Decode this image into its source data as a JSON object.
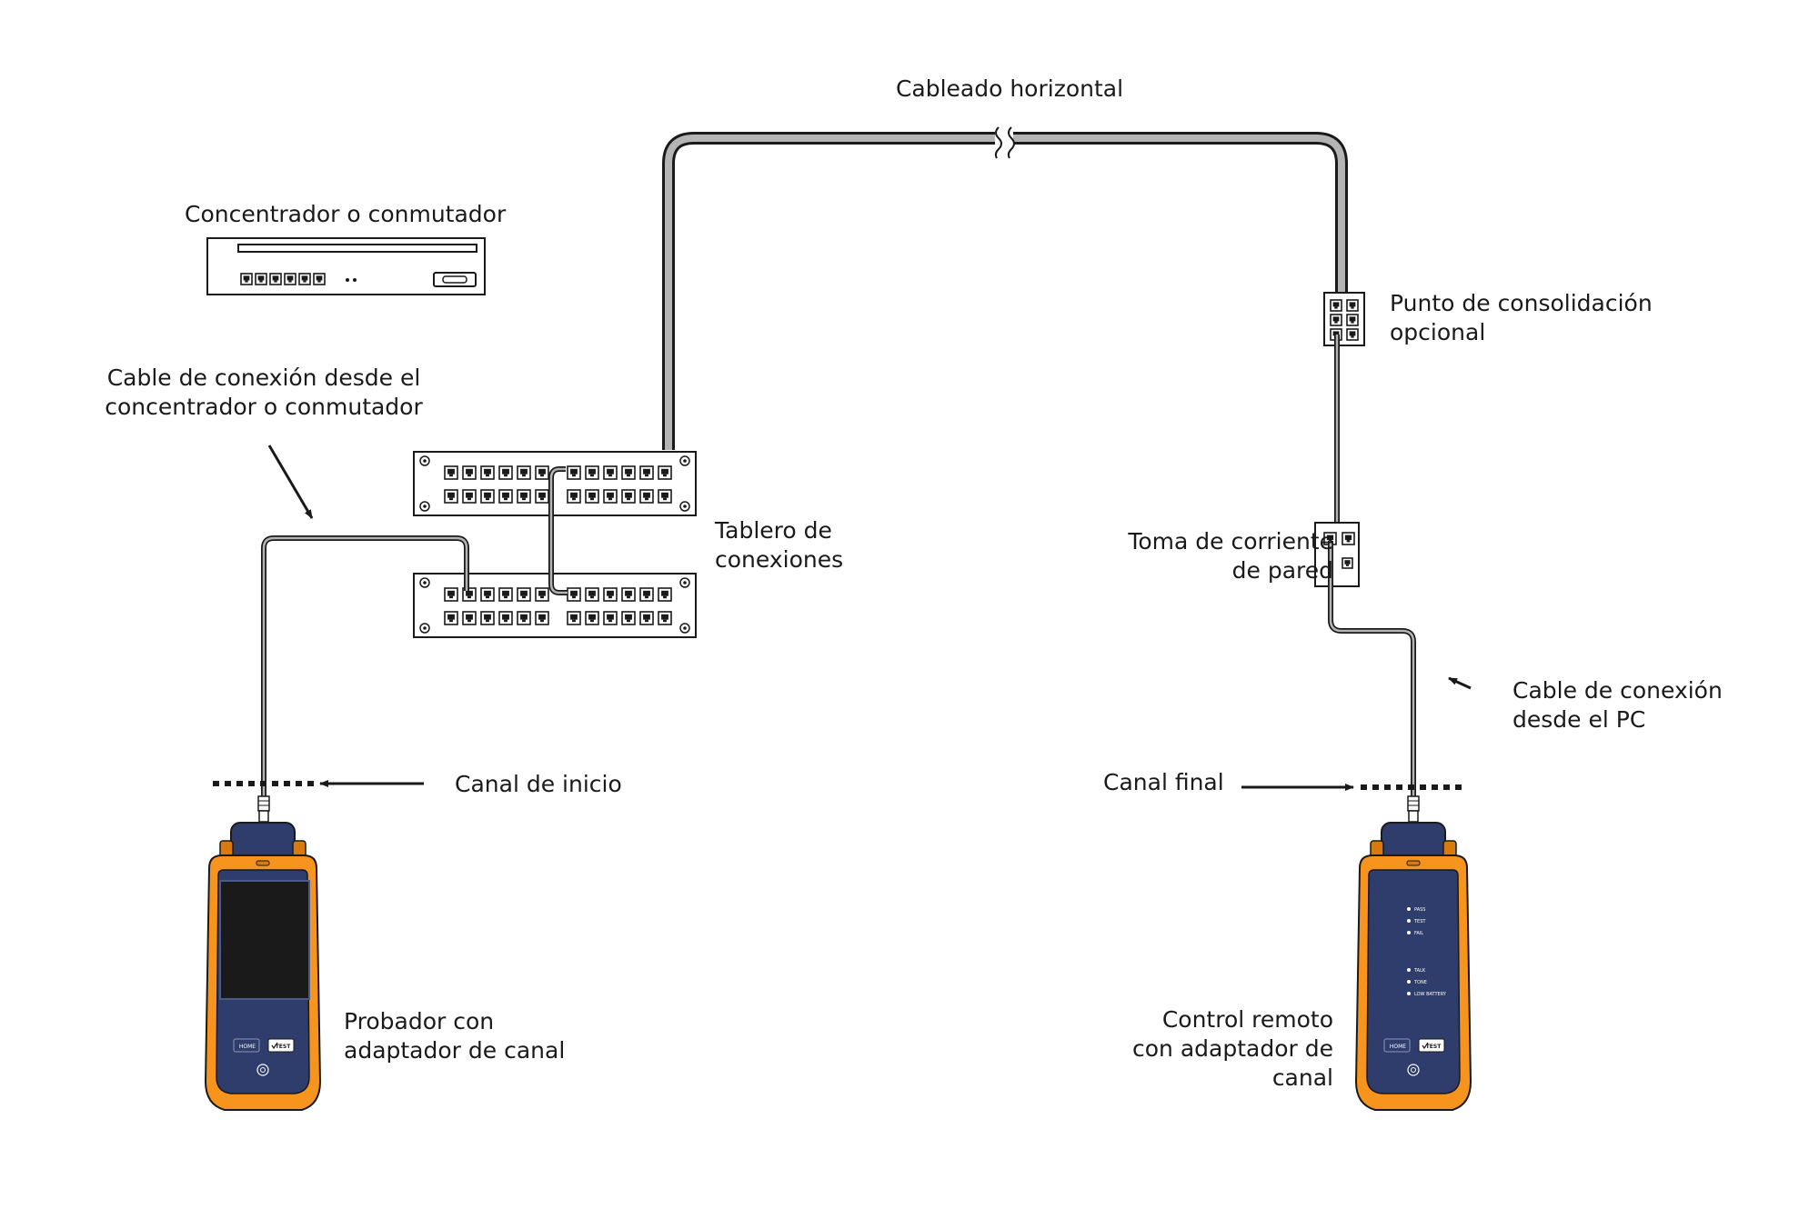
{
  "labels": {
    "horizontal_cabling": "Cableado horizontal",
    "hub_switch": "Concentrador o conmutador",
    "hub_patch_cable": "Cable de conexión desde el\nconcentrador o conmutador",
    "patch_panel": "Tablero de\nconexiones",
    "consolidation_point": "Punto de consolidación\nopcional",
    "wall_outlet": "Toma de corriente\nde pared",
    "pc_patch_cable": "Cable de conexión\ndesde el PC",
    "channel_start": "Canal de inicio",
    "channel_end": "Canal final",
    "tester": "Probador con\nadaptador de canal",
    "remote": "Control remoto\ncon adaptador de\ncanal"
  },
  "device_buttons": {
    "home": "HOME",
    "test": "TEST"
  },
  "remote_leds": [
    "PASS",
    "TEST",
    "FAIL",
    "TALK",
    "TONE",
    "LOW BATTERY"
  ],
  "colors": {
    "device_orange": "#f7941d",
    "device_orange_dark": "#d87a10",
    "device_navy": "#2e3d6b",
    "device_screen": "#1a1a1a",
    "cable_gray": "#b4b4b4",
    "line": "#1a1a1a"
  }
}
